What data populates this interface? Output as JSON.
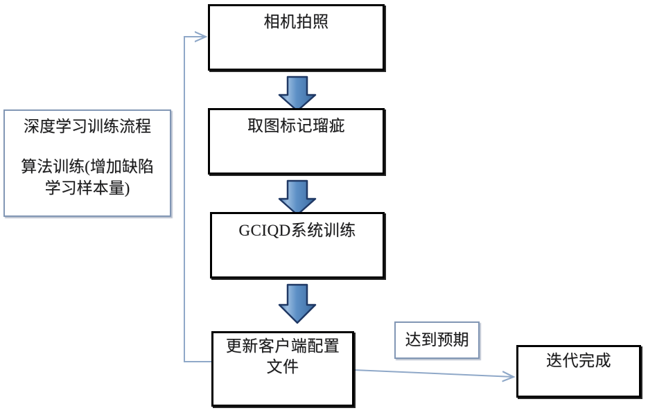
{
  "diagram": {
    "title": "深度学习训练流程",
    "type": "flowchart",
    "side_panel": {
      "line1": "深度学习训练流程",
      "line2": "算法训练(增加缺陷\n学习样本量)"
    },
    "nodes": [
      {
        "id": "n1",
        "label": "相机拍照"
      },
      {
        "id": "n2",
        "label": "取图标记瑠疵"
      },
      {
        "id": "n3",
        "label": "GCIQD系统训练"
      },
      {
        "id": "n4",
        "label": "更新客户端配置\n文件"
      },
      {
        "id": "n5",
        "label": "迭代完成"
      }
    ],
    "edge_labels": {
      "reach_expectation": "达到预期"
    },
    "colors": {
      "box_border": "#000000",
      "note_border": "#8196b4",
      "block_arrow_fill": "#5b8ec4",
      "block_arrow_stroke": "#1f3864",
      "connector_line": "#8fa8c8",
      "text": "#1a1a1a",
      "background": "#ffffff"
    }
  }
}
